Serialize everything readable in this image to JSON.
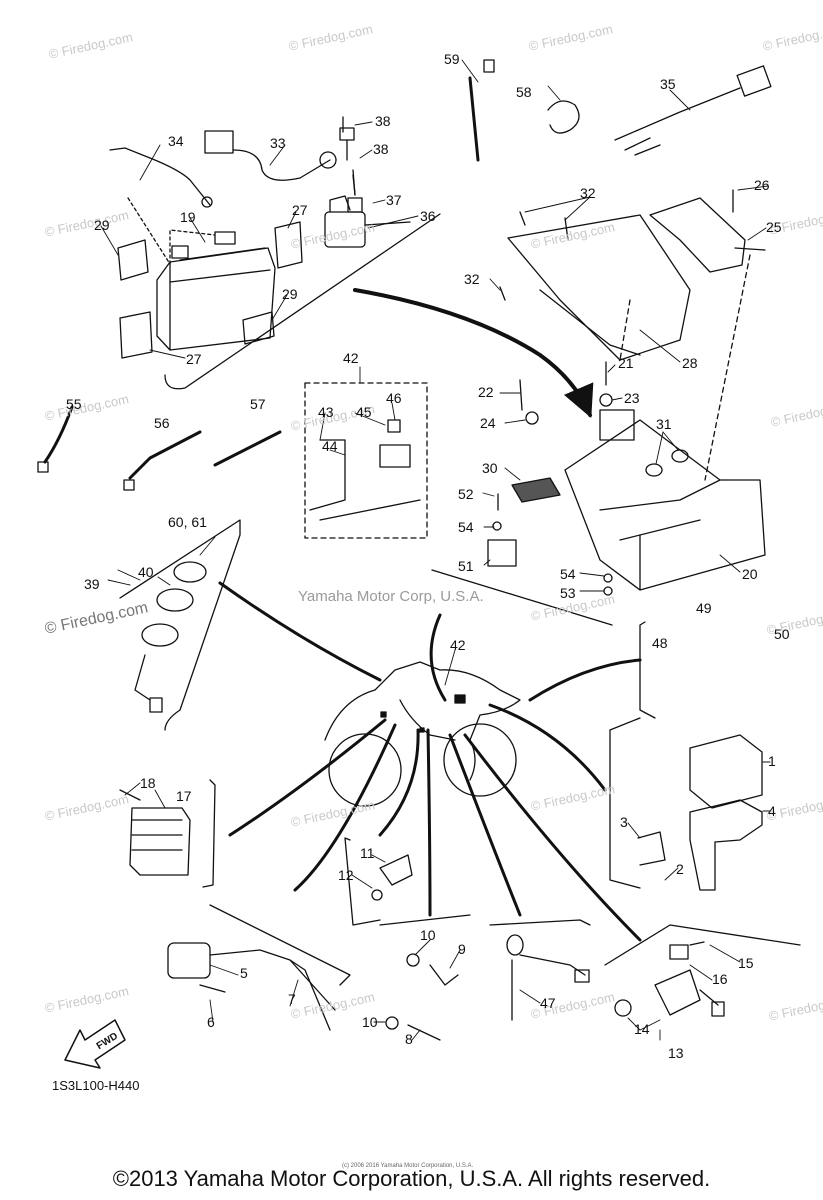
{
  "diagram": {
    "watermark": "© Firedog.com",
    "center_watermark": "Yamaha Motor Corp, U.S.A.",
    "diagram_code": "1S3L100-H440",
    "fwd_label": "FWD",
    "small_copyright": "(c) 2006 2016 Yamaha Motor Corporation, U.S.A.",
    "copyright": "©2013 Yamaha Motor Corporation, U.S.A. All rights reserved.",
    "callouts": {
      "c1": "1",
      "c2": "2",
      "c3": "3",
      "c4": "4",
      "c5": "5",
      "c6": "6",
      "c7": "7",
      "c8": "8",
      "c9": "9",
      "c10a": "10",
      "c10b": "10",
      "c11": "11",
      "c12": "12",
      "c13": "13",
      "c14": "14",
      "c15": "15",
      "c16": "16",
      "c17": "17",
      "c18": "18",
      "c19": "19",
      "c20": "20",
      "c21": "21",
      "c22": "22",
      "c23": "23",
      "c24": "24",
      "c25": "25",
      "c26": "26",
      "c27a": "27",
      "c27b": "27",
      "c28": "28",
      "c29a": "29",
      "c29b": "29",
      "c30": "30",
      "c31": "31",
      "c32a": "32",
      "c32b": "32",
      "c32c": "32",
      "c33": "33",
      "c34": "34",
      "c35": "35",
      "c36": "36",
      "c37": "37",
      "c38a": "38",
      "c38b": "38",
      "c39": "39",
      "c40": "40",
      "c42a": "42",
      "c42b": "42",
      "c43": "43",
      "c44": "44",
      "c45": "45",
      "c46": "46",
      "c47": "47",
      "c48": "48",
      "c49": "49",
      "c50": "50",
      "c51": "51",
      "c52": "52",
      "c53": "53",
      "c54a": "54",
      "c54b": "54",
      "c55": "55",
      "c56": "56",
      "c57": "57",
      "c58": "58",
      "c59": "59",
      "c6061": "60, 61"
    }
  }
}
